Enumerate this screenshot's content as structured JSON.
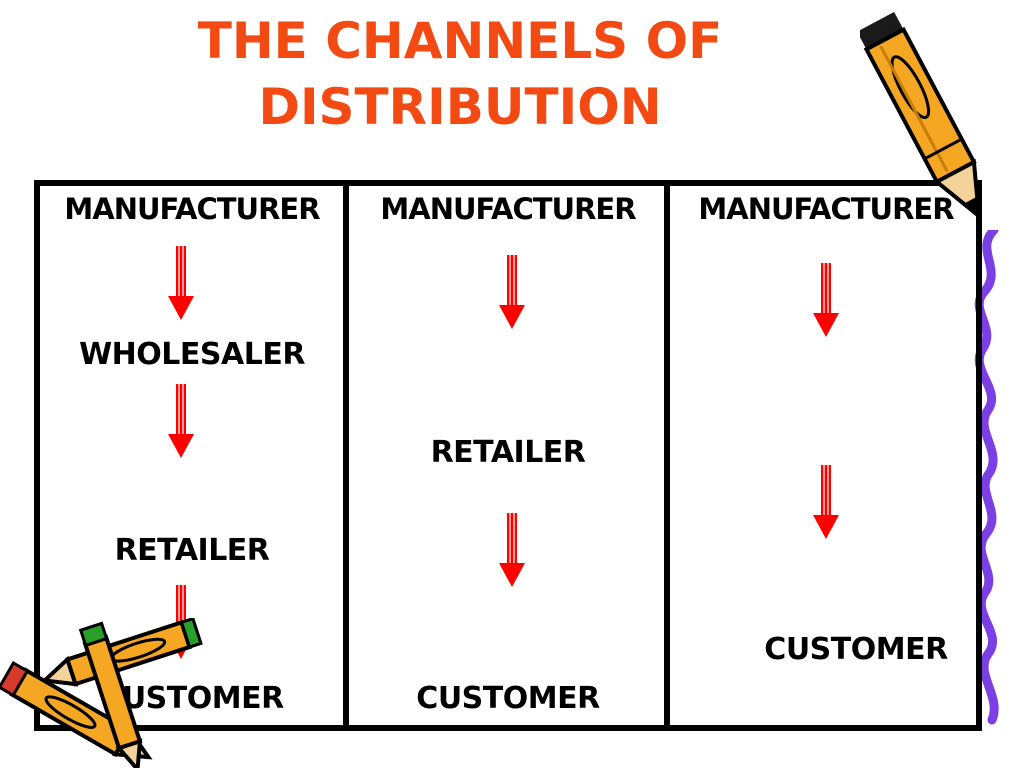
{
  "title": {
    "line1": "THE CHANNELS OF",
    "line2": "DISTRIBUTION"
  },
  "colors": {
    "title": "#f24a12",
    "arrow": "#ff0000",
    "frame": "#000000",
    "squiggle": "#7b3fe4",
    "pencil": "#f5a623"
  },
  "channels": [
    {
      "steps": [
        "MANUFACTURER",
        "WHOLESALER",
        "RETAILER",
        "CUSTOMER"
      ]
    },
    {
      "steps": [
        "MANUFACTURER",
        "RETAILER",
        "CUSTOMER"
      ]
    },
    {
      "steps": [
        "MANUFACTURER",
        "CUSTOMER"
      ]
    }
  ],
  "decorations": [
    "pencil-icon",
    "pencils-icon",
    "squiggle-border"
  ]
}
